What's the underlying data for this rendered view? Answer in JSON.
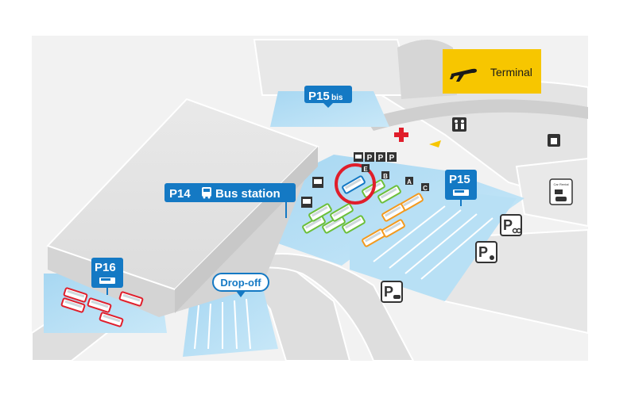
{
  "map": {
    "terminal_label": "Terminal",
    "drop_off_label": "Drop-off",
    "p14": {
      "code": "P14",
      "name": "Bus station"
    },
    "p15": {
      "code": "P15"
    },
    "p15bis": {
      "code": "P15",
      "suffix": "bis"
    },
    "p16": {
      "code": "P16"
    },
    "parking_letter": "P",
    "car_rental_label": "Car Rental",
    "bay_letters": [
      "A",
      "B",
      "C",
      "E"
    ],
    "highlight_color": "#e01e2b",
    "accent_blue": "#1479c4",
    "terminal_yellow": "#f7c600"
  }
}
